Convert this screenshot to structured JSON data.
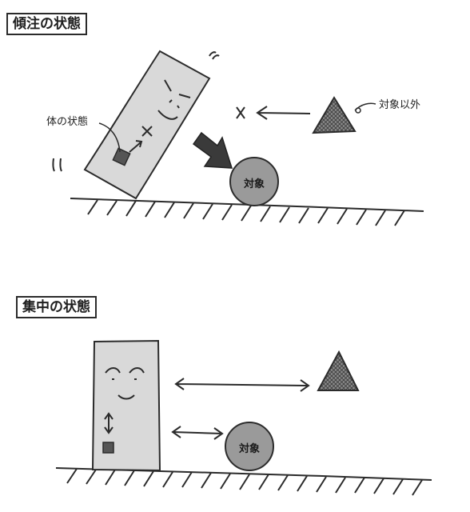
{
  "panel_top": {
    "title": "傾注の状態",
    "body_state_label": "体の状態",
    "target_label": "対象",
    "non_target_label": "対象以外"
  },
  "panel_bottom": {
    "title": "集中の状態",
    "target_label": "対象"
  },
  "colors": {
    "ink": "#2b2b2b",
    "body_fill": "#d9d9d9",
    "ball_fill": "#9a9a9a",
    "arrow_fill": "#3a3a3a",
    "hatch": "#555555"
  }
}
